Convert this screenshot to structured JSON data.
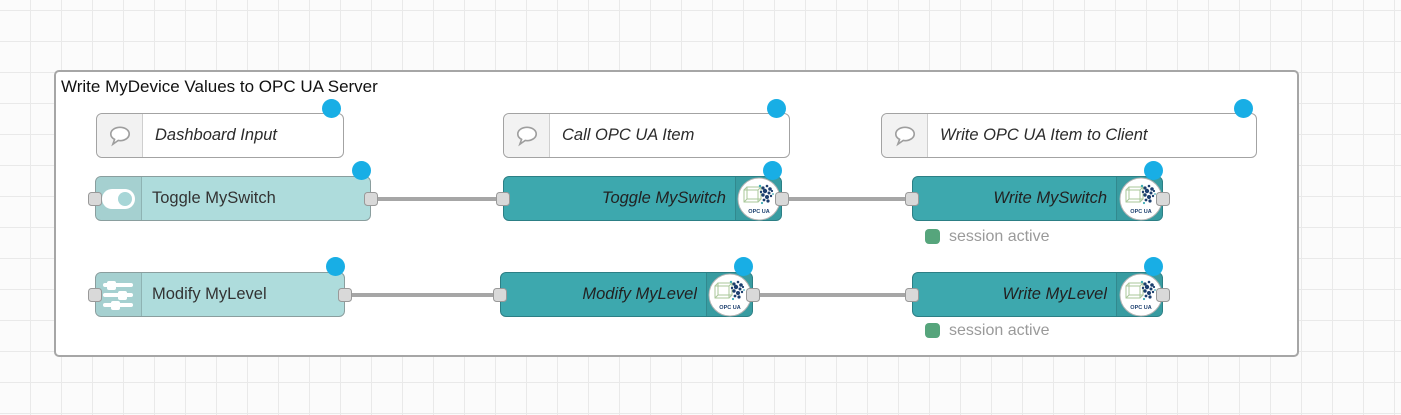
{
  "group": {
    "title": "Write MyDevice Values to OPC UA Server"
  },
  "comments": [
    {
      "label": "Dashboard Input"
    },
    {
      "label": "Call OPC UA Item"
    },
    {
      "label": "Write OPC UA Item to Client"
    }
  ],
  "nodes": {
    "toggle_input": {
      "label": "Toggle MySwitch"
    },
    "modify_input": {
      "label": "Modify MyLevel"
    },
    "toggle_item": {
      "label": "Toggle MySwitch"
    },
    "modify_item": {
      "label": "Modify MyLevel"
    },
    "write_switch": {
      "label": "Write MySwitch",
      "status": "session active"
    },
    "write_level": {
      "label": "Write MyLevel",
      "status": "session active"
    }
  },
  "badge": {
    "label": "OPC UA"
  },
  "icons": {
    "comment": "speech-bubble-icon",
    "toggle_input": "toggle-switch-icon",
    "modify_input": "sliders-icon",
    "opcua": "opcua-logo-icon"
  },
  "colors": {
    "node_light_teal": "#aedcdc",
    "node_teal": "#3da8ae",
    "changed_dot_blue": "#18aee5",
    "status_green": "#56a57c",
    "wire_gray": "#a6a6a6",
    "group_border": "#a6a6a6"
  }
}
